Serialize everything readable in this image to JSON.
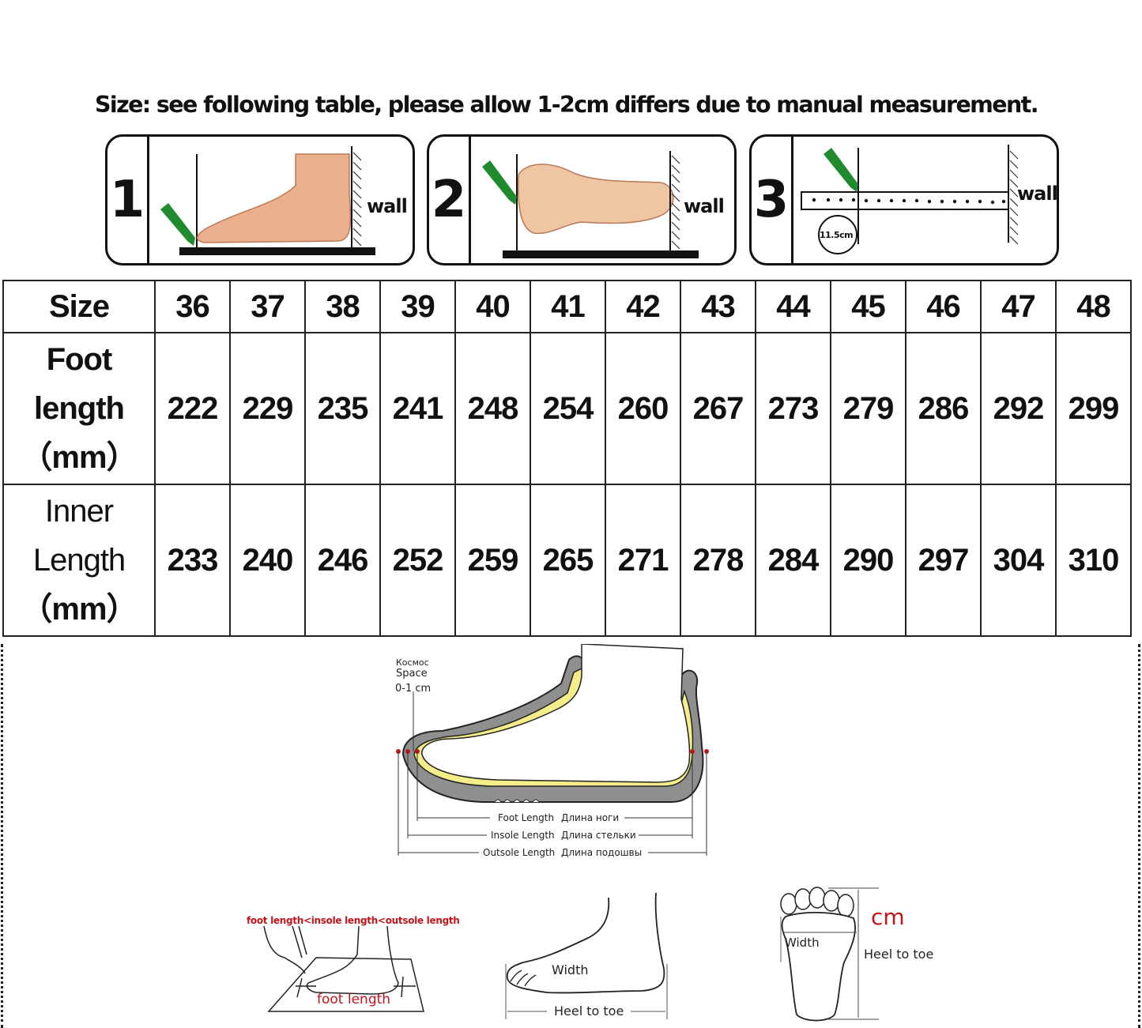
{
  "header": {
    "instruction": "Size: see following table, please allow 1-2cm differs due to manual measurement."
  },
  "steps": [
    {
      "number": "1",
      "wall_label": "wall",
      "icon": "foot-side-view-icon"
    },
    {
      "number": "2",
      "wall_label": "wall",
      "icon": "foot-sole-view-icon"
    },
    {
      "number": "3",
      "wall_label": "wall",
      "icon": "ruler-icon",
      "measurement": "11.5cm"
    }
  ],
  "size_table": {
    "header_label": "Size",
    "sizes": [
      "36",
      "37",
      "38",
      "39",
      "40",
      "41",
      "42",
      "43",
      "44",
      "45",
      "46",
      "47",
      "48"
    ],
    "rows": [
      {
        "label_line1": "Foot",
        "label_line2": "length",
        "label_line3": "（mm）",
        "values": [
          "222",
          "229",
          "235",
          "241",
          "248",
          "254",
          "260",
          "267",
          "273",
          "279",
          "286",
          "292",
          "299"
        ]
      },
      {
        "label_line1": "Inner",
        "label_line2": "Length",
        "label_line3": "（mm）",
        "values": [
          "233",
          "240",
          "246",
          "252",
          "259",
          "265",
          "271",
          "278",
          "284",
          "290",
          "297",
          "304",
          "310"
        ]
      }
    ]
  },
  "shoe_diagram": {
    "space_label_ru": "Космос",
    "space_label_en": "Space",
    "space_value": "0-1 cm",
    "foot_length_en": "Foot Length",
    "foot_length_ru": "Длина ноги",
    "insole_length_en": "Insole Length",
    "insole_length_ru": "Длина стельки",
    "outsole_length_en": "Outsole Length",
    "outsole_length_ru": "Длина подошвы"
  },
  "bottom_diagrams": {
    "comparison": "foot length<insole length<outsole length",
    "foot_length_label": "foot length",
    "side_width_label": "Width",
    "side_heel_to_toe": "Heel to toe",
    "sole_width_label": "Width",
    "sole_unit": "cm",
    "sole_heel_to_toe": "Heel to toe"
  },
  "colors": {
    "pencil_green": "#1f8a2e",
    "skin": "#eab08e",
    "shoe_gray": "#8f8f8f",
    "insole_yellow": "#f5ec8a",
    "accent_red": "#c4141c"
  }
}
